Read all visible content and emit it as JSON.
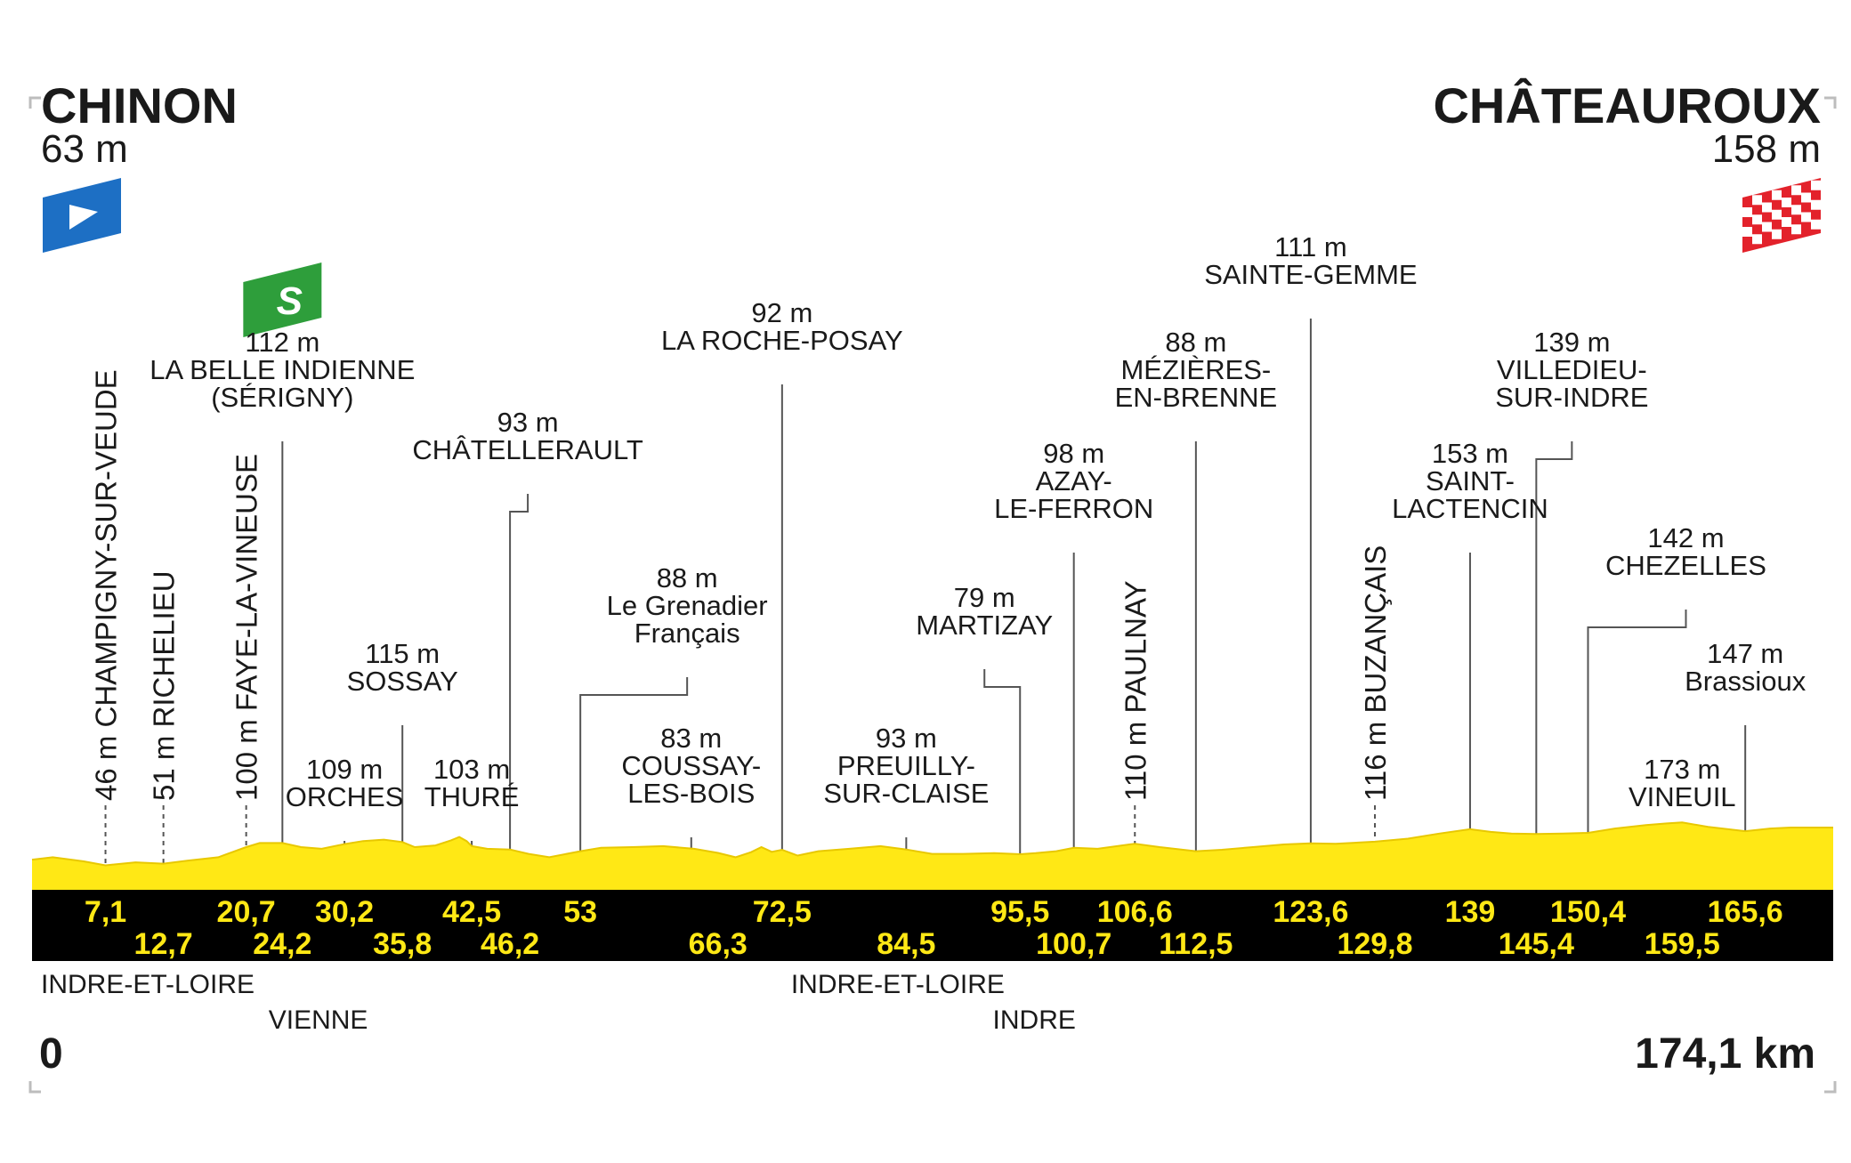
{
  "chart_data": {
    "type": "area",
    "start": {
      "name": "CHINON",
      "elevation": "63 m",
      "km": "0"
    },
    "finish": {
      "name": "CHÂTEAUROUX",
      "elevation": "158 m",
      "km": "174,1 km"
    },
    "x_range": [
      0,
      174.1
    ],
    "profile": [
      [
        0,
        63
      ],
      [
        2,
        70
      ],
      [
        5,
        58
      ],
      [
        7.1,
        46
      ],
      [
        10,
        55
      ],
      [
        12.7,
        51
      ],
      [
        15,
        60
      ],
      [
        18,
        70
      ],
      [
        20.7,
        100
      ],
      [
        22,
        112
      ],
      [
        24.2,
        112
      ],
      [
        26,
        100
      ],
      [
        28,
        95
      ],
      [
        30.2,
        109
      ],
      [
        32,
        118
      ],
      [
        34,
        122
      ],
      [
        35.8,
        115
      ],
      [
        37,
        100
      ],
      [
        39,
        105
      ],
      [
        40.5,
        120
      ],
      [
        41.3,
        130
      ],
      [
        42,
        118
      ],
      [
        42.5,
        103
      ],
      [
        44,
        95
      ],
      [
        46.2,
        93
      ],
      [
        48,
        80
      ],
      [
        50,
        70
      ],
      [
        53,
        88
      ],
      [
        55,
        98
      ],
      [
        58,
        100
      ],
      [
        61,
        103
      ],
      [
        64,
        95
      ],
      [
        66.3,
        83
      ],
      [
        68,
        70
      ],
      [
        69.5,
        85
      ],
      [
        70.5,
        100
      ],
      [
        71.5,
        86
      ],
      [
        72.5,
        92
      ],
      [
        74,
        75
      ],
      [
        76,
        88
      ],
      [
        79,
        95
      ],
      [
        82,
        103
      ],
      [
        84.5,
        93
      ],
      [
        87,
        80
      ],
      [
        90,
        80
      ],
      [
        93,
        82
      ],
      [
        95.5,
        79
      ],
      [
        97,
        82
      ],
      [
        99,
        88
      ],
      [
        100.7,
        98
      ],
      [
        103,
        95
      ],
      [
        106.6,
        110
      ],
      [
        109,
        100
      ],
      [
        112.5,
        88
      ],
      [
        115,
        92
      ],
      [
        118,
        100
      ],
      [
        121,
        108
      ],
      [
        123.6,
        111
      ],
      [
        126,
        110
      ],
      [
        129.8,
        116
      ],
      [
        133,
        125
      ],
      [
        136,
        140
      ],
      [
        139,
        153
      ],
      [
        141,
        145
      ],
      [
        143,
        140
      ],
      [
        145.4,
        139
      ],
      [
        148,
        140
      ],
      [
        150.4,
        142
      ],
      [
        153,
        155
      ],
      [
        156,
        165
      ],
      [
        158,
        170
      ],
      [
        159.5,
        173
      ],
      [
        162,
        160
      ],
      [
        165.6,
        147
      ],
      [
        168,
        155
      ],
      [
        170,
        158
      ],
      [
        174.1,
        158
      ]
    ],
    "km_markers": [
      {
        "km": 7.1,
        "label": "7,1"
      },
      {
        "km": 12.7,
        "label": "12,7"
      },
      {
        "km": 20.7,
        "label": "20,7"
      },
      {
        "km": 24.2,
        "label": "24,2"
      },
      {
        "km": 30.2,
        "label": "30,2"
      },
      {
        "km": 35.8,
        "label": "35,8"
      },
      {
        "km": 42.5,
        "label": "42,5"
      },
      {
        "km": 46.2,
        "label": "46,2"
      },
      {
        "km": 53,
        "label": "53"
      },
      {
        "km": 66.3,
        "label": "66,3"
      },
      {
        "km": 72.5,
        "label": "72,5"
      },
      {
        "km": 84.5,
        "label": "84,5"
      },
      {
        "km": 95.5,
        "label": "95,5"
      },
      {
        "km": 100.7,
        "label": "100,7"
      },
      {
        "km": 106.6,
        "label": "106,6"
      },
      {
        "km": 112.5,
        "label": "112,5"
      },
      {
        "km": 123.6,
        "label": "123,6"
      },
      {
        "km": 129.8,
        "label": "129,8"
      },
      {
        "km": 139,
        "label": "139"
      },
      {
        "km": 145.4,
        "label": "145,4"
      },
      {
        "km": 150.4,
        "label": "150,4"
      },
      {
        "km": 159.5,
        "label": "159,5"
      },
      {
        "km": 165.6,
        "label": "165,6"
      }
    ],
    "places": [
      {
        "km": 7.1,
        "vertical": true,
        "text": "46 m CHAMPIGNY-SUR-VEUDE"
      },
      {
        "km": 12.7,
        "vertical": true,
        "text": "51 m RICHELIEU"
      },
      {
        "km": 20.7,
        "vertical": true,
        "text": "100 m FAYE-LA-VINEUSE"
      },
      {
        "km": 24.2,
        "lines": [
          "112 m",
          "LA BELLE INDIENNE",
          "(SÉRIGNY)"
        ],
        "sprint": true
      },
      {
        "km": 30.2,
        "lines": [
          "109 m",
          "ORCHES"
        ]
      },
      {
        "km": 35.8,
        "lines": [
          "115 m",
          "SOSSAY"
        ]
      },
      {
        "km": 42.5,
        "lines": [
          "103 m",
          "THURÉ"
        ]
      },
      {
        "km": 46.2,
        "lines": [
          "93 m",
          "CHÂTELLERAULT"
        ]
      },
      {
        "km": 53,
        "lines": [
          "88 m",
          "Le Grenadier",
          "Français"
        ]
      },
      {
        "km": 66.3,
        "lines": [
          "83 m",
          "COUSSAY-",
          "LES-BOIS"
        ]
      },
      {
        "km": 72.5,
        "lines": [
          "92 m",
          "LA ROCHE-POSAY"
        ]
      },
      {
        "km": 84.5,
        "lines": [
          "93 m",
          "PREUILLY-",
          "SUR-CLAISE"
        ]
      },
      {
        "km": 95.5,
        "lines": [
          "79 m",
          "MARTIZAY"
        ]
      },
      {
        "km": 100.7,
        "lines": [
          "98 m",
          "AZAY-",
          "LE-FERRON"
        ]
      },
      {
        "km": 106.6,
        "vertical": true,
        "text": "110 m PAULNAY"
      },
      {
        "km": 112.5,
        "lines": [
          "88 m",
          "MÉZIÈRES-",
          "EN-BRENNE"
        ]
      },
      {
        "km": 123.6,
        "lines": [
          "111 m",
          "SAINTE-GEMME"
        ]
      },
      {
        "km": 129.8,
        "vertical": true,
        "text": "116 m BUZANÇAIS"
      },
      {
        "km": 139,
        "lines": [
          "153 m",
          "SAINT-",
          "LACTENCIN"
        ]
      },
      {
        "km": 145.4,
        "lines": [
          "139 m",
          "VILLEDIEU-",
          "SUR-INDRE"
        ]
      },
      {
        "km": 150.4,
        "lines": [
          "142 m",
          "CHEZELLES"
        ]
      },
      {
        "km": 159.5,
        "lines": [
          "173 m",
          "VINEUIL"
        ]
      },
      {
        "km": 165.6,
        "lines": [
          "147 m",
          "Brassioux"
        ]
      }
    ],
    "departments": [
      {
        "text": "INDRE-ET-LOIRE",
        "row": 1,
        "start": 0
      },
      {
        "text": "VIENNE",
        "row": 2,
        "start": 22
      },
      {
        "text": "INDRE-ET-LOIRE",
        "row": 1,
        "start": 72.5
      },
      {
        "text": "INDRE",
        "row": 2,
        "start": 92
      }
    ],
    "sprint_label": "S",
    "colors": {
      "profile": "#ffe815",
      "band": "#000000",
      "band_text": "#ffe815",
      "start_flag": "#1d6fc4",
      "sprint": "#2e9e3b",
      "finish_flag": "#e3222b",
      "text": "#1a1a1a",
      "frame": "#bdbdbd"
    },
    "icons": [
      "start-flag-icon",
      "sprint-icon",
      "finish-flag-icon"
    ]
  }
}
